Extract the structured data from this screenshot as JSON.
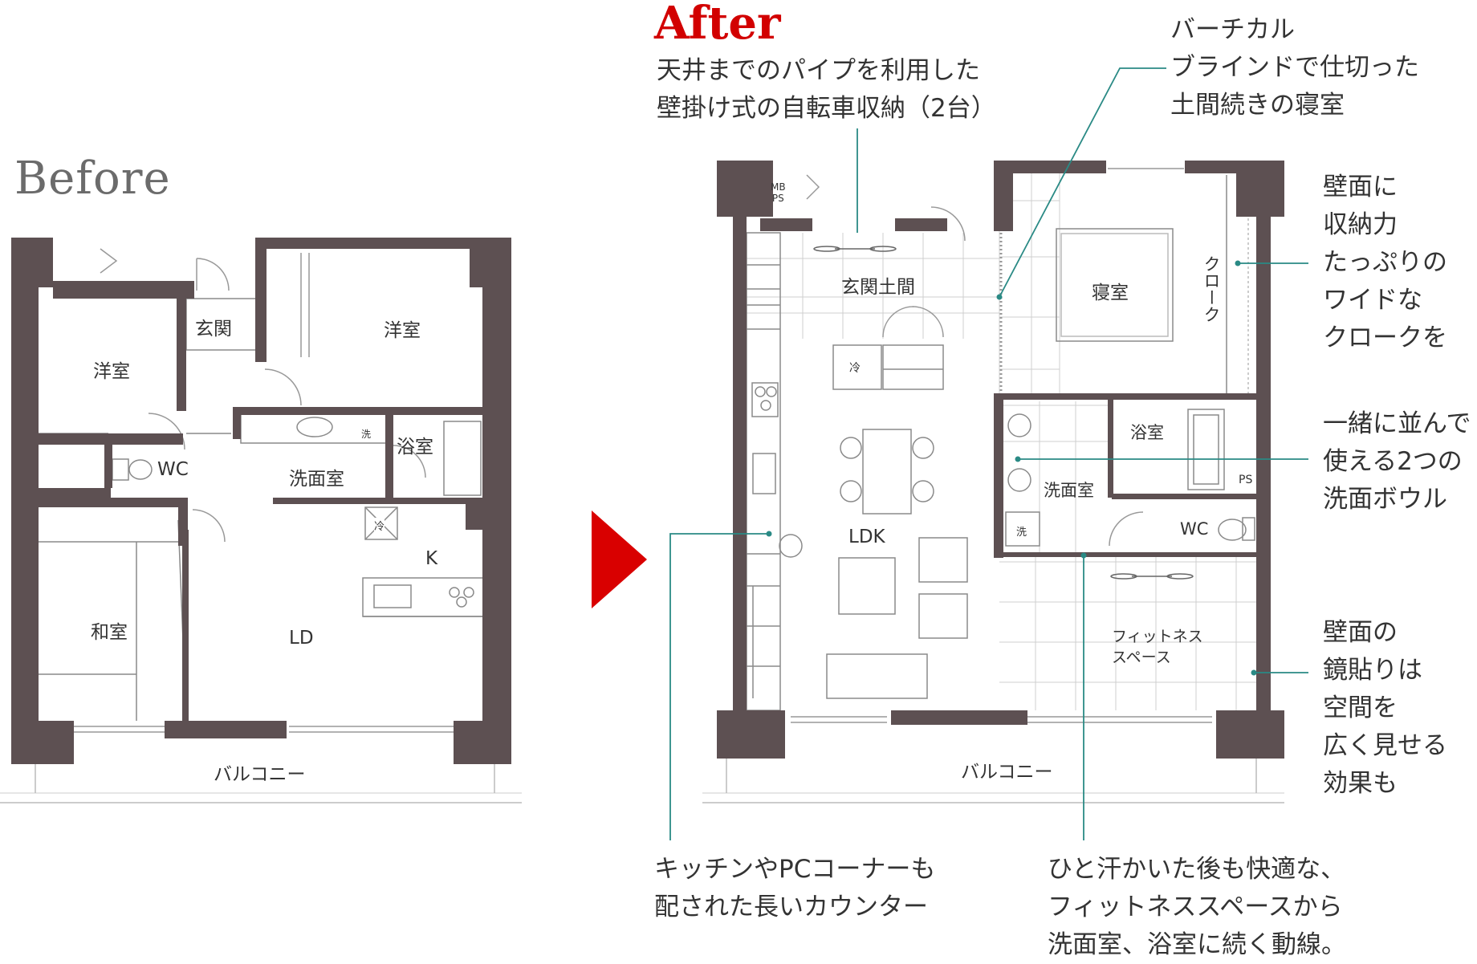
{
  "colors": {
    "wall": "#5d5052",
    "leader": "#2a8a85",
    "arrow": "#d90000",
    "accent": "#d20000",
    "fixture": "#888888"
  },
  "before": {
    "title": "Before",
    "rooms": {
      "yoshitsu_left": "洋室",
      "genkan": "玄関",
      "yoshitsu_right": "洋室",
      "wc": "WC",
      "senmen": "洗面室",
      "yokushitsu": "浴室",
      "sen_badge": "洗",
      "rei_badge": "冷",
      "kitchen": "K",
      "washitsu": "和室",
      "ld": "LD",
      "balcony": "バルコニー"
    }
  },
  "after": {
    "title": "After",
    "rooms": {
      "mbps": "MB\nPS",
      "genkan_doma": "玄関土間",
      "shinshitsu": "寝室",
      "closet": "クローク",
      "rei_badge": "冷",
      "yokushitsu": "浴室",
      "senmen": "洗面室",
      "ps": "PS",
      "sen_badge": "洗",
      "wc": "WC",
      "ldk": "LDK",
      "fitness": "フィットネス\nスペース",
      "balcony": "バルコニー"
    },
    "notes": {
      "bicycle": "天井までのパイプを利用した\n壁掛け式の自転車収納（2台）",
      "vertical_blind": "バーチカル\nブラインドで仕切った\n土間続きの寝室",
      "wide_closet": "壁面に\n収納力\nたっぷりの\nワイドな\nクロークを",
      "two_bowls": "一緒に並んで\n使える2つの\n洗面ボウル",
      "mirror_wall": "壁面の\n鏡貼りは\n空間を\n広く見せる\n効果も",
      "long_counter": "キッチンやPCコーナーも\n配された長いカウンター",
      "fitness_flow": "ひと汗かいた後も快適な、\nフィットネススペースから\n洗面室、浴室に続く動線。"
    }
  }
}
